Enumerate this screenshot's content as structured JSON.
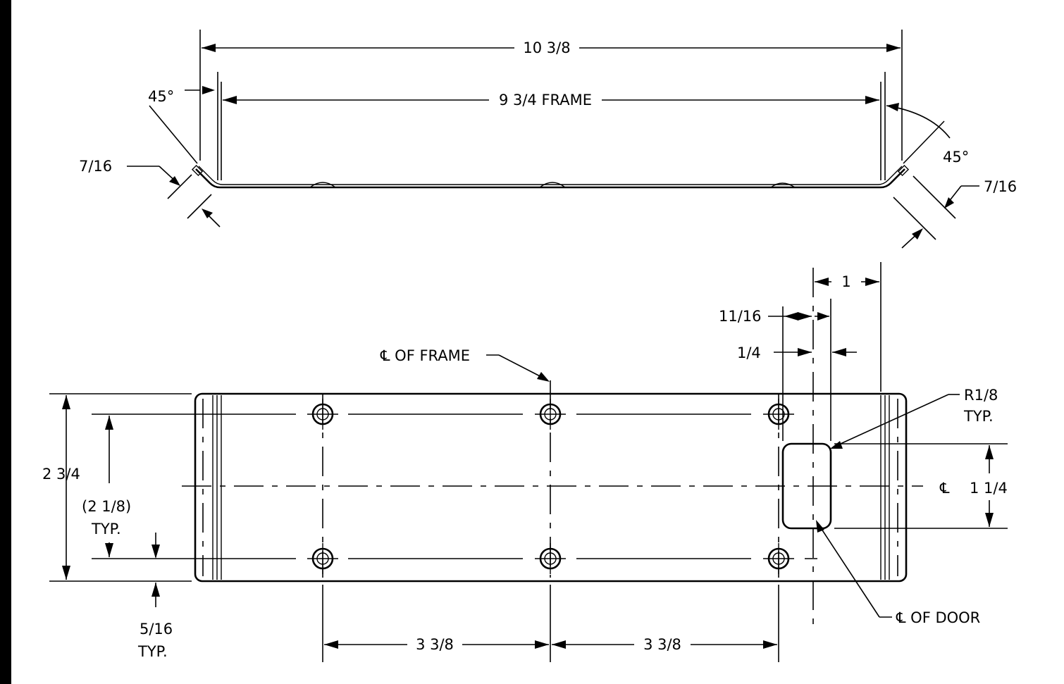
{
  "drawing": {
    "side_view": {
      "overall_length": "10 3/8",
      "frame_length": "9 3/4 FRAME",
      "angle_left": "45°",
      "angle_right": "45°",
      "flange_left": "7/16",
      "flange_right": "7/16"
    },
    "plan_view": {
      "frame_centerline": "℄ OF FRAME",
      "door_centerline": "℄ OF DOOR",
      "centerline_symbol": "℄",
      "height": "2 3/4",
      "hole_spacing_vertical": "(2 1/8)",
      "hole_spacing_vertical_note": "TYP.",
      "edge_offset": "5/16",
      "edge_offset_note": "TYP.",
      "hole_spacing_left": "3 3/8",
      "hole_spacing_right": "3 3/8",
      "slot_offset_1": "1",
      "slot_offset_11_16": "11/16",
      "slot_offset_1_4": "1/4",
      "slot_radius": "R1/8",
      "slot_radius_note": "TYP.",
      "slot_height": "1 1/4"
    }
  }
}
